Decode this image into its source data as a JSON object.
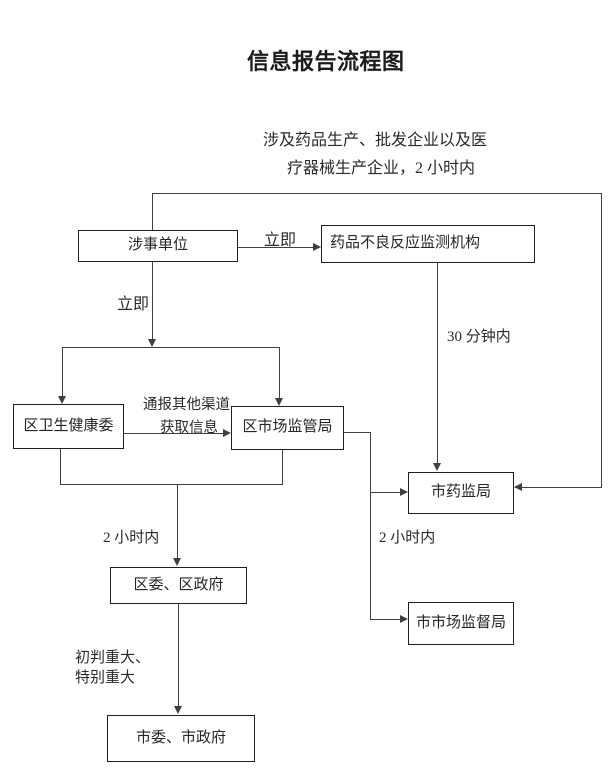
{
  "title": "信息报告流程图",
  "note": {
    "line1": "涉及药品生产、批发企业以及医",
    "line2": "疗器械生产企业，2 小时内"
  },
  "nodes": {
    "involved_unit": {
      "label": "涉事单位"
    },
    "adr_monitor": {
      "label": "药品不良反应监测机构"
    },
    "district_health": {
      "label": "区卫生健康委"
    },
    "district_market": {
      "label": "区市场监管局"
    },
    "city_drug": {
      "label": "市药监局"
    },
    "district_gov": {
      "label": "区委、区政府"
    },
    "city_market": {
      "label": "市市场监督局"
    },
    "city_gov": {
      "label": "市委、市政府"
    }
  },
  "edge_labels": {
    "immediate_right": "立即",
    "immediate_down": "立即",
    "notify_line1": "通报其他渠道",
    "notify_line2": "获取信息",
    "within_30min": "30 分钟内",
    "within_2h_left": "2 小时内",
    "within_2h_right": "2 小时内",
    "major_line1": "初判重大、",
    "major_line2": "特别重大"
  },
  "colors": {
    "background": "#ffffff",
    "line": "#3f3f3f",
    "border": "#1f1f1f",
    "text": "#262626"
  }
}
